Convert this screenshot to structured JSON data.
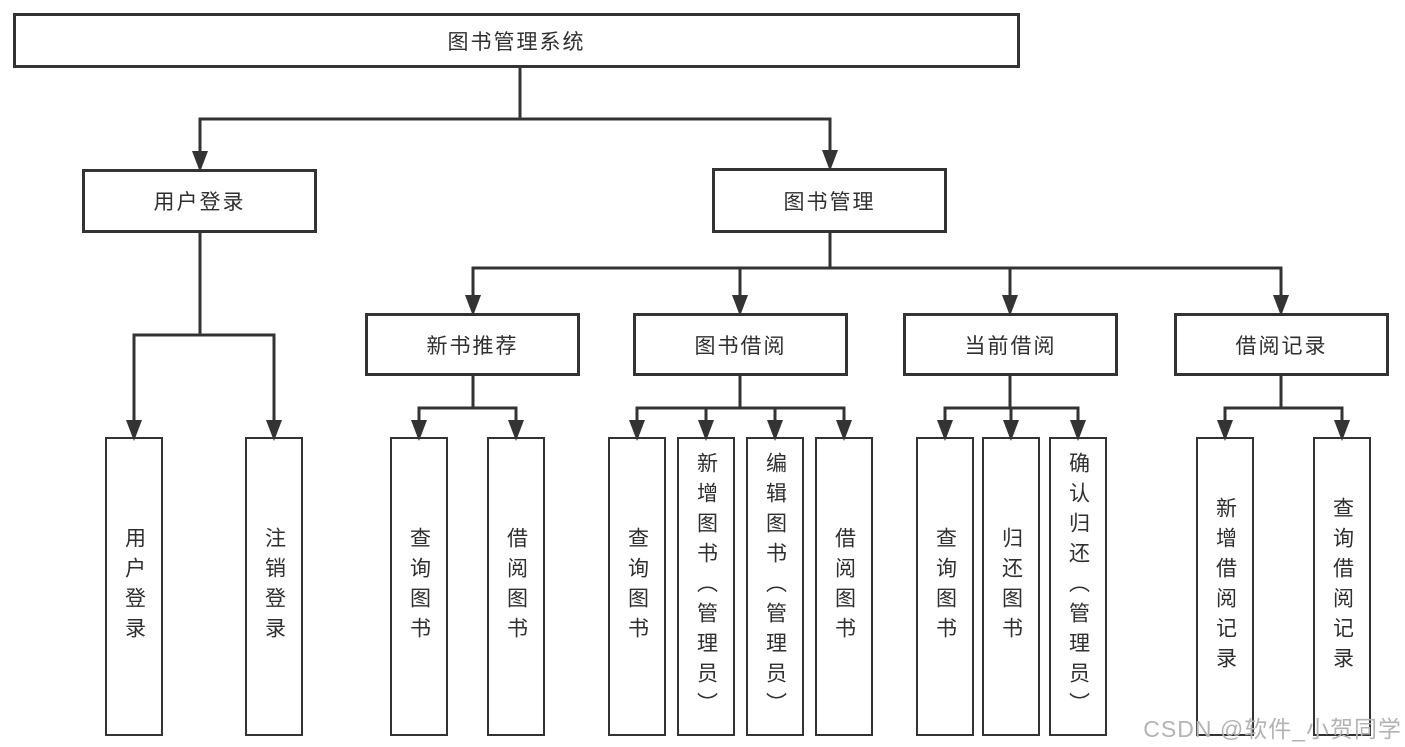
{
  "diagram": {
    "type": "tree",
    "background": "#ffffff",
    "line_color": "#333333",
    "text_color": "#2f2f2f",
    "watermark_color": "#b3b3b3",
    "nodes": {
      "root": "图书管理系统",
      "user_login": "用户登录",
      "book_mgmt": "图书管理",
      "new_book": "新书推荐",
      "borrow": "图书借阅",
      "current": "当前借阅",
      "record": "借阅记录",
      "user_login_leaf": "用户登录",
      "logout_leaf": "注销登录",
      "new_book_query": "查询图书",
      "new_book_borrow": "借阅图书",
      "borrow_query": "查询图书",
      "borrow_add": "新增图书（管理员）",
      "borrow_edit": "编辑图书（管理员）",
      "borrow_borrow": "借阅图书",
      "current_query": "查询图书",
      "current_return": "归还图书",
      "current_confirm": "确认归还（管理员）",
      "record_add": "新增借阅记录",
      "record_query": "查询借阅记录"
    },
    "hierarchy": {
      "图书管理系统": {
        "用户登录": [
          "用户登录",
          "注销登录"
        ],
        "图书管理": {
          "新书推荐": [
            "查询图书",
            "借阅图书"
          ],
          "图书借阅": [
            "查询图书",
            "新增图书（管理员）",
            "编辑图书（管理员）",
            "借阅图书"
          ],
          "当前借阅": [
            "查询图书",
            "归还图书",
            "确认归还（管理员）"
          ],
          "借阅记录": [
            "新增借阅记录",
            "查询借阅记录"
          ]
        }
      }
    },
    "watermark": "CSDN @软件_小贺同学"
  }
}
